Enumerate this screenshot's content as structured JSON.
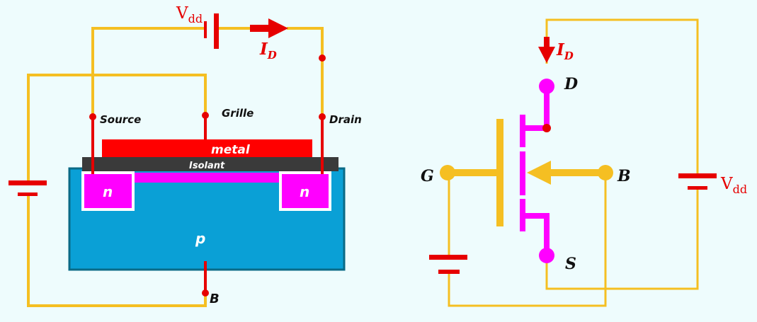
{
  "labels": {
    "vdd_left_main": "V",
    "vdd_left_sub": "dd",
    "id_left_main": "I",
    "id_left_sub": "D",
    "source": "Source",
    "grille": "Grille",
    "drain": "Drain",
    "metal": "metal",
    "isolant": "Isolant",
    "n_left": "n",
    "n_right": "n",
    "p": "p",
    "b_left": "B",
    "id_right_main": "I",
    "id_right_sub": "D",
    "d": "D",
    "g": "G",
    "b_right": "B",
    "s": "S",
    "vdd_right_main": "V",
    "vdd_right_sub": "dd"
  },
  "colors": {
    "background": "#eefcfd",
    "wire": "#f5bf22",
    "red": "#e60000",
    "magenta": "#ff00ff",
    "substrate": "#0aa0d6",
    "substrate_border": "#0a6a86",
    "isolant": "#3a3a3a",
    "white": "#ffffff",
    "dark": "#111111"
  }
}
